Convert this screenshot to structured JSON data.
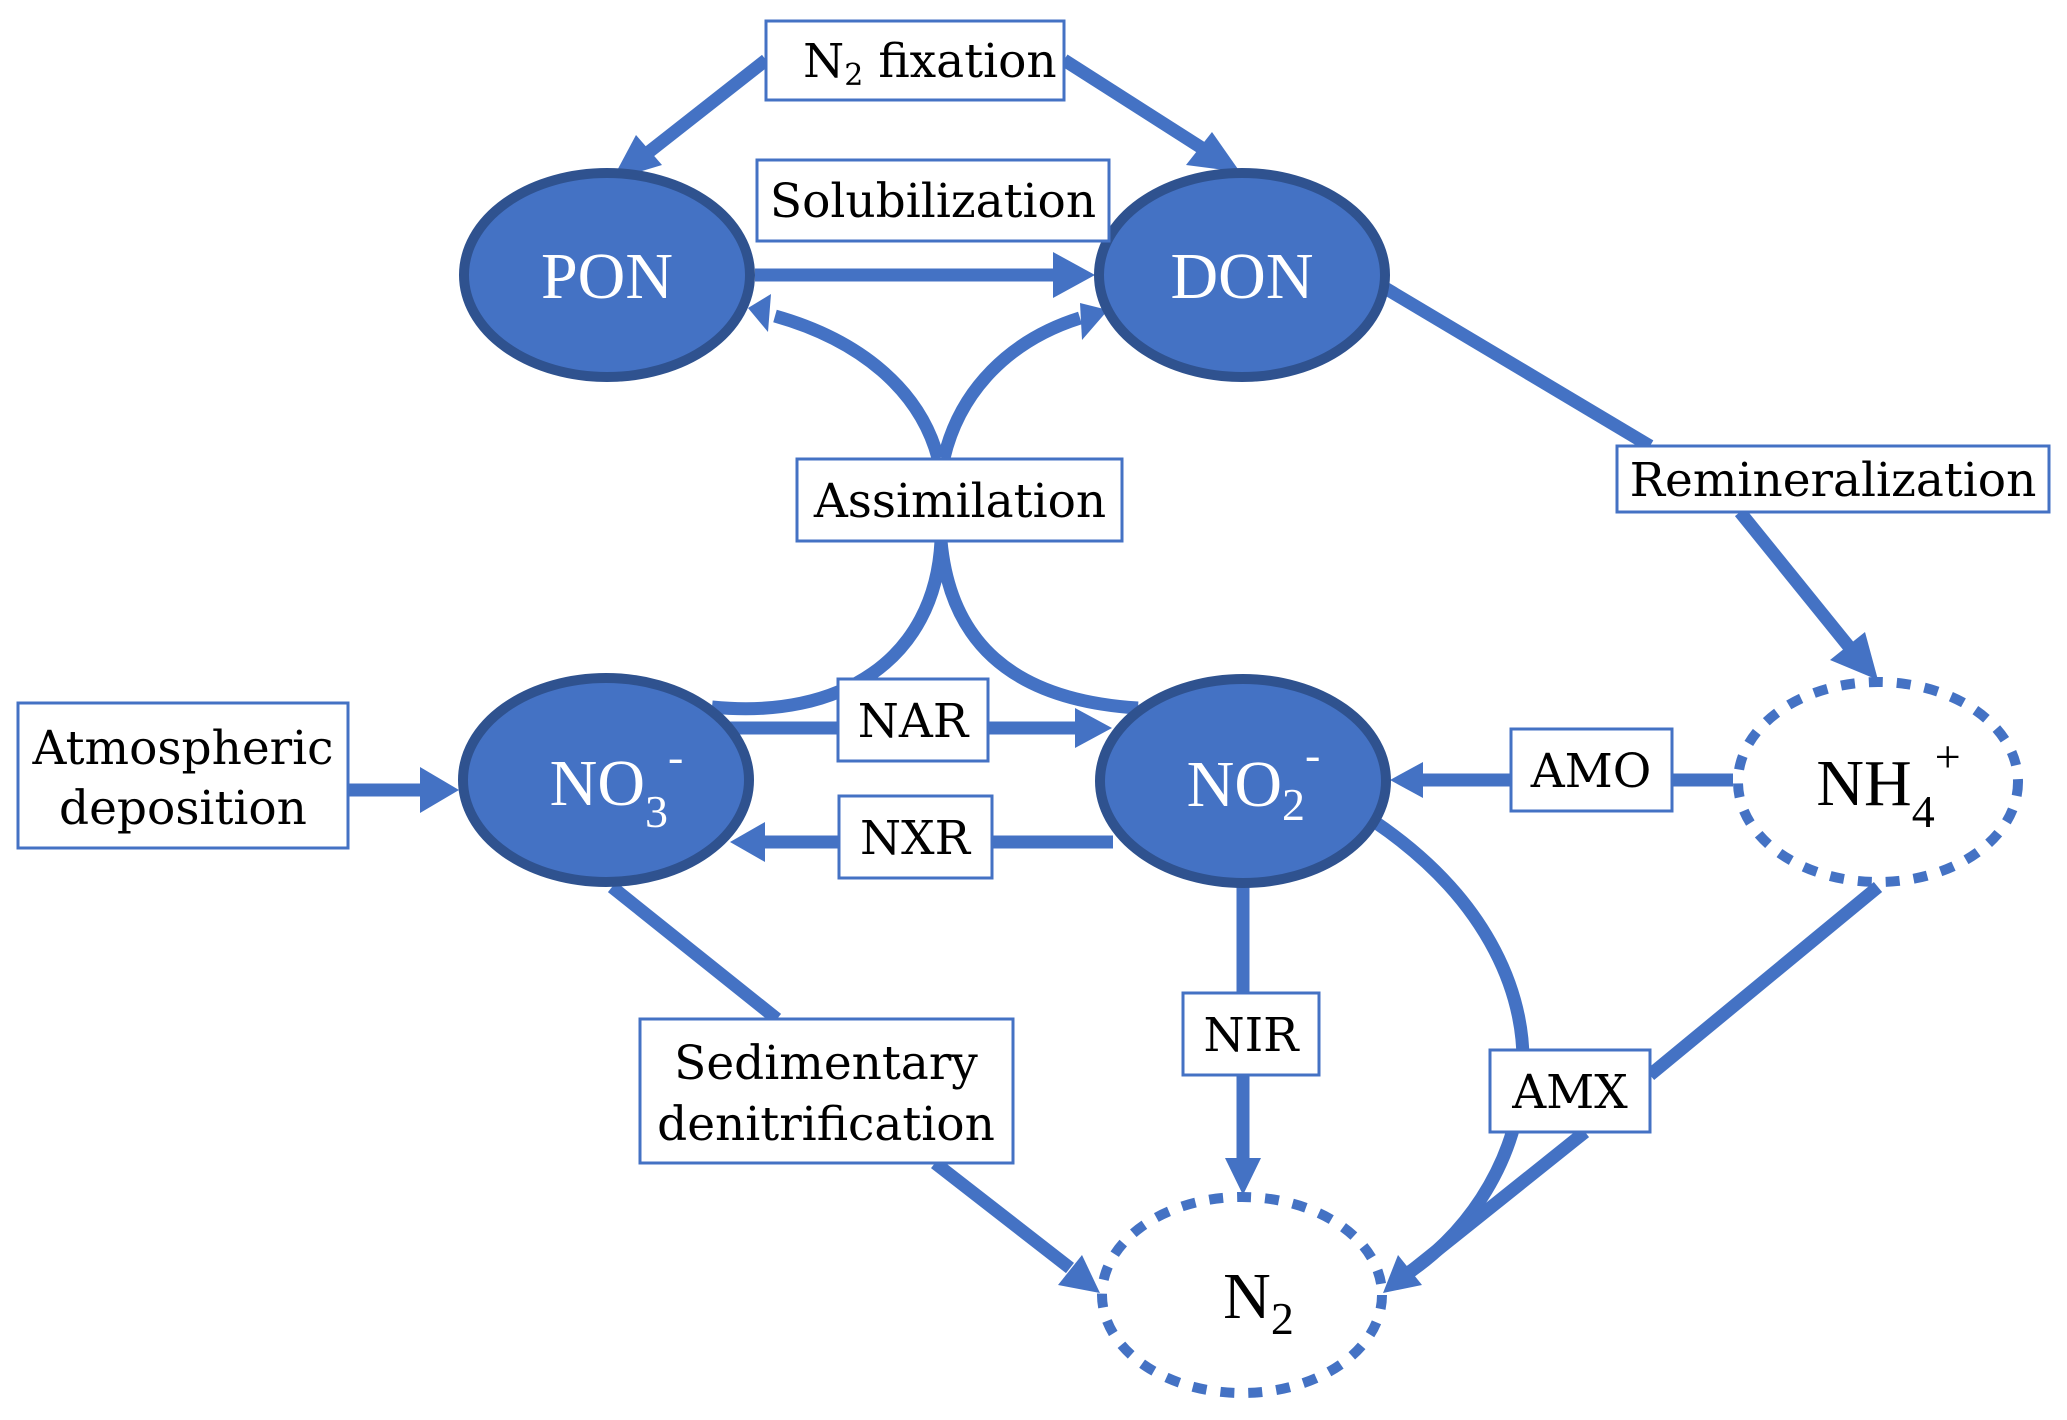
{
  "figure": {
    "title": "Nitrogen cycle pathways",
    "colors": {
      "accent": "#4472C4",
      "node_border": "#2F528F",
      "box_border": "#4472C4",
      "text": "#000000",
      "node_text": "#FFFFFF"
    }
  },
  "nodes": {
    "pon": {
      "label": "PON",
      "style": "solid"
    },
    "don": {
      "label": "DON",
      "style": "solid"
    },
    "no3": {
      "base": "NO",
      "sub": "3",
      "sup": "-",
      "style": "solid"
    },
    "no2": {
      "base": "NO",
      "sub": "2",
      "sup": "-",
      "style": "solid"
    },
    "nh4": {
      "base": "NH",
      "sub": "4",
      "sup": "+",
      "style": "dashed"
    },
    "n2": {
      "base": "N",
      "sub": "2",
      "style": "dashed"
    }
  },
  "processes": {
    "n2_fixation": {
      "base": "N",
      "sub": "2",
      "rest": " fixation"
    },
    "solubilization": {
      "label": "Solubilization"
    },
    "assimilation": {
      "label": "Assimilation"
    },
    "remineralization": {
      "label": "Remineralization"
    },
    "atmospheric_deposition": {
      "line1": "Atmospheric",
      "line2": "deposition"
    },
    "nar": {
      "label": "NAR"
    },
    "nxr": {
      "label": "NXR"
    },
    "amo": {
      "label": "AMO"
    },
    "nir": {
      "label": "NIR"
    },
    "amx": {
      "label": "AMX"
    },
    "sedimentary_denitrification": {
      "line1": "Sedimentary",
      "line2": "denitrification"
    }
  },
  "edges": [
    {
      "from": "N2 fixation",
      "to": "PON"
    },
    {
      "from": "N2 fixation",
      "to": "DON"
    },
    {
      "from": "PON",
      "to": "DON",
      "via": "Solubilization"
    },
    {
      "from": "Assimilation",
      "to": "PON"
    },
    {
      "from": "Assimilation",
      "to": "DON"
    },
    {
      "from": "NO3-",
      "to": "Assimilation"
    },
    {
      "from": "NO2-",
      "to": "Assimilation"
    },
    {
      "from": "DON",
      "to": "NH4+",
      "via": "Remineralization"
    },
    {
      "from": "Atmospheric deposition",
      "to": "NO3-"
    },
    {
      "from": "NO3-",
      "to": "NO2-",
      "via": "NAR"
    },
    {
      "from": "NO2-",
      "to": "NO3-",
      "via": "NXR"
    },
    {
      "from": "NH4+",
      "to": "NO2-",
      "via": "AMO"
    },
    {
      "from": "NO2-",
      "to": "N2",
      "via": "NIR"
    },
    {
      "from": "NO2-",
      "to": "N2",
      "via": "AMX"
    },
    {
      "from": "NH4+",
      "to": "N2",
      "via": "AMX"
    },
    {
      "from": "NO3-",
      "to": "N2",
      "via": "Sedimentary denitrification"
    }
  ]
}
